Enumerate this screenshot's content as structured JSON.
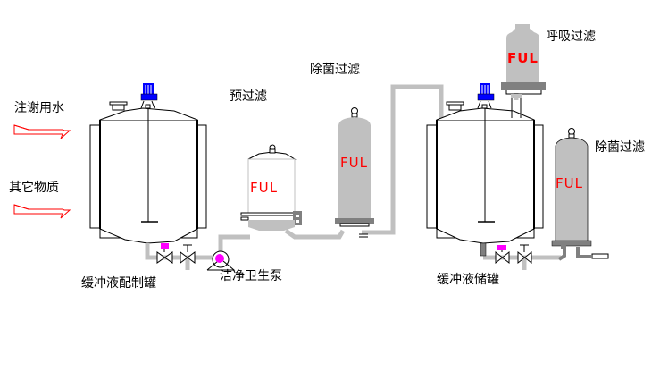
{
  "labels": {
    "inlet_water": "注谢用水",
    "inlet_other": "其它物质",
    "tank1": "缓冲液配制罐",
    "pump": "洁净卫生泵",
    "prefilter": "预过滤",
    "sterile_filter_1": "除菌过滤",
    "breathing_filter": "呼吸过滤",
    "tank2": "缓冲液储罐",
    "sterile_filter_2": "除菌过滤"
  },
  "filter_text": {
    "prefilter": "FUL",
    "sterile_filter_1": "FUL",
    "breathing_filter": "FUL",
    "sterile_filter_2": "FUL"
  },
  "colors": {
    "pipe": "#c0c0c0",
    "filter_body": "#c0c0c0",
    "filter_base": "#808080",
    "motor": "#0000ff",
    "indicator": "#ff00ff",
    "arrow": "#ff0000",
    "text_ful": "#ff0000"
  }
}
